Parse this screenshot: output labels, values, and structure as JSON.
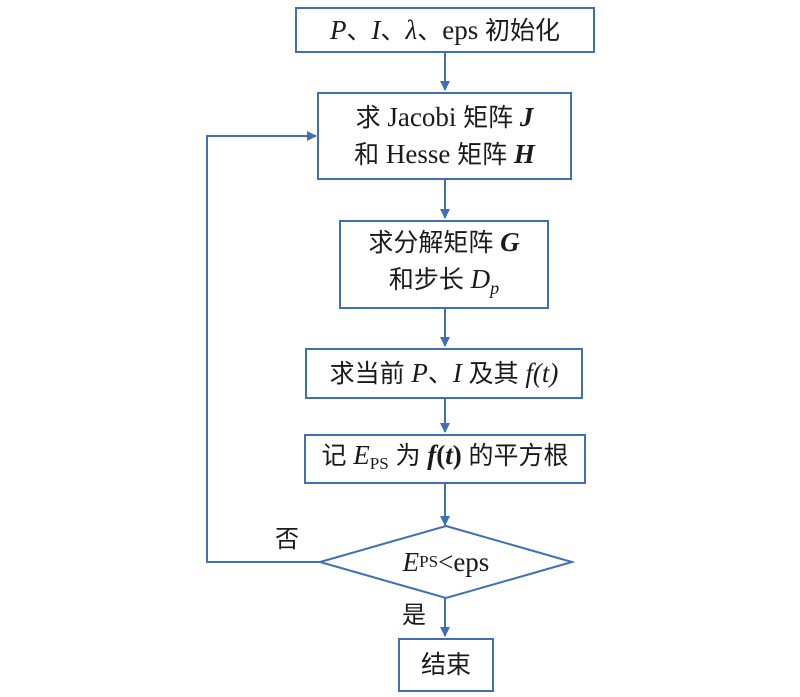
{
  "nodes": {
    "init": {
      "p": "P",
      "sep1": "、",
      "i": "I",
      "sep2": "、",
      "lambda": "λ",
      "sep3": "、",
      "eps": "eps",
      "text": "初始化"
    },
    "jacobi": {
      "l1_pre": "求",
      "l1_name": "Jacobi",
      "l1_mid": "矩阵",
      "l1_sym": "J",
      "l2_pre": "和",
      "l2_name": "Hesse",
      "l2_mid": "矩阵",
      "l2_sym": "H"
    },
    "decomp": {
      "l1_text": "求分解矩阵",
      "l1_sym": "G",
      "l2_text": "和步长",
      "l2_sym": "D",
      "l2_sub": "p"
    },
    "current": {
      "pre": "求当前",
      "p": "P",
      "sep": "、",
      "i": "I",
      "mid": "及其",
      "f": "f",
      "arg": "(t)"
    },
    "record": {
      "pre": "记",
      "e": "E",
      "e_sub": "PS",
      "mid": "为",
      "f": "f",
      "arg_open": "(",
      "arg": "t",
      "arg_close": ")",
      "post": "的平方根"
    },
    "decision": {
      "e": "E",
      "e_sub": "PS",
      "op": "<eps"
    },
    "end": {
      "text": "结束"
    }
  },
  "edges": {
    "no_label": "否",
    "yes_label": "是"
  },
  "colors": {
    "stroke": "#3f6fb5",
    "text": "#1a1a1a"
  }
}
